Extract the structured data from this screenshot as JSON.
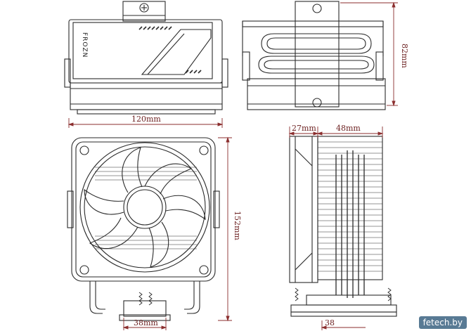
{
  "dimensions": {
    "width_front": "120mm",
    "height_side": "82mm",
    "height_main": "152mm",
    "fan_depth": "27mm",
    "fin_depth": "48mm",
    "base_width_left": "38mm",
    "base_width_right": "38"
  },
  "labels": {
    "brand_vertical": "FROZN",
    "watermark": "fetech.by"
  },
  "colors": {
    "line": "#2a2a2a",
    "dimension": "#8b2e2e",
    "dimension_text": "#6b1f1f"
  }
}
